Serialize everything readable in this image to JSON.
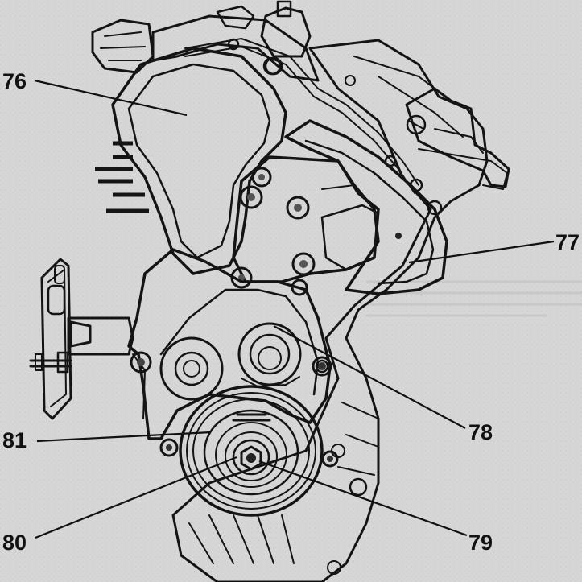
{
  "figure": {
    "callouts": [
      {
        "id": "76",
        "text": "76"
      },
      {
        "id": "77",
        "text": "77"
      },
      {
        "id": "78",
        "text": "78"
      },
      {
        "id": "79",
        "text": "79"
      },
      {
        "id": "80",
        "text": "80"
      },
      {
        "id": "81",
        "text": "81"
      }
    ]
  }
}
